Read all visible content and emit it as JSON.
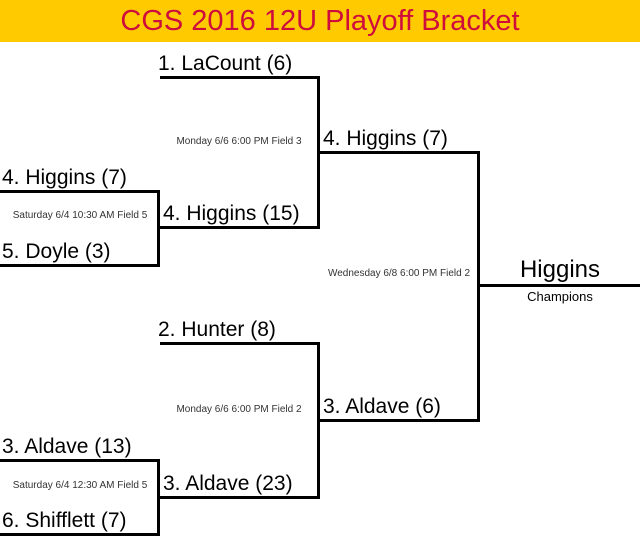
{
  "title": {
    "text": "CGS 2016 12U Playoff Bracket"
  },
  "colors": {
    "header_bg": "#FFCB00",
    "header_text": "#CF0D3D",
    "line_color": "#000000",
    "schedule_text": "#333333"
  },
  "bracket": {
    "round1": {
      "game1": {
        "team_top": "4. Higgins (7)",
        "team_bottom": "5. Doyle (3)",
        "schedule": "Saturday 6/4 10:30 AM Field 5",
        "winner": "4. Higgins (15)"
      },
      "game2": {
        "team_top": "3. Aldave (13)",
        "team_bottom": "6. Shifflett (7)",
        "schedule": "Saturday 6/4 12:30 AM Field 5",
        "winner": "3. Aldave (23)"
      }
    },
    "semifinals": {
      "top": {
        "bye_team": "1. LaCount (6)",
        "schedule": "Monday 6/6 6:00 PM Field 3",
        "winner": "4. Higgins (7)"
      },
      "bottom": {
        "bye_team": "2. Hunter (8)",
        "schedule": "Monday 6/6 6:00 PM Field 2",
        "winner": "3. Aldave (6)"
      }
    },
    "final": {
      "schedule": "Wednesday 6/8 6:00 PM Field 2",
      "champion": "Higgins",
      "caption": "Champions"
    }
  }
}
